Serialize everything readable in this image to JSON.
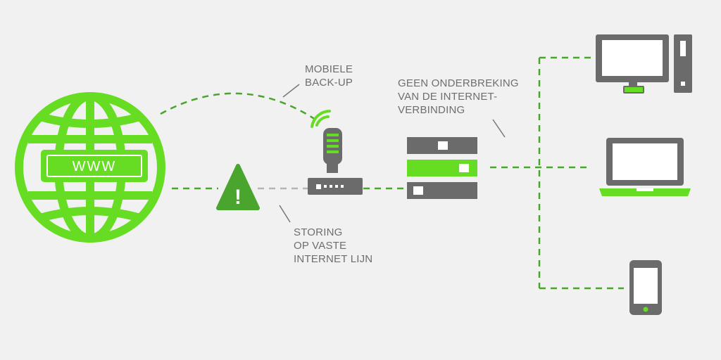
{
  "colors": {
    "background": "#f1f1f1",
    "green": "#66dd22",
    "dark_green": "#4aa52e",
    "grey": "#6b6b6b",
    "light_grey": "#b5b5b5",
    "text": "#6e6e6e"
  },
  "globe": {
    "label": "WWW",
    "icon": "globe-icon"
  },
  "labels": {
    "mobile_backup": [
      "MOBIELE",
      "BACK-UP"
    ],
    "no_interruption": [
      "GEEN ONDERBREKING",
      "VAN DE INTERNET-",
      "VERBINDING"
    ],
    "outage": [
      "STORING",
      "OP VASTE",
      "INTERNET LIJN"
    ]
  },
  "warning": {
    "symbol": "!"
  },
  "devices": [
    "desktop-computer-icon",
    "laptop-icon",
    "smartphone-icon"
  ]
}
